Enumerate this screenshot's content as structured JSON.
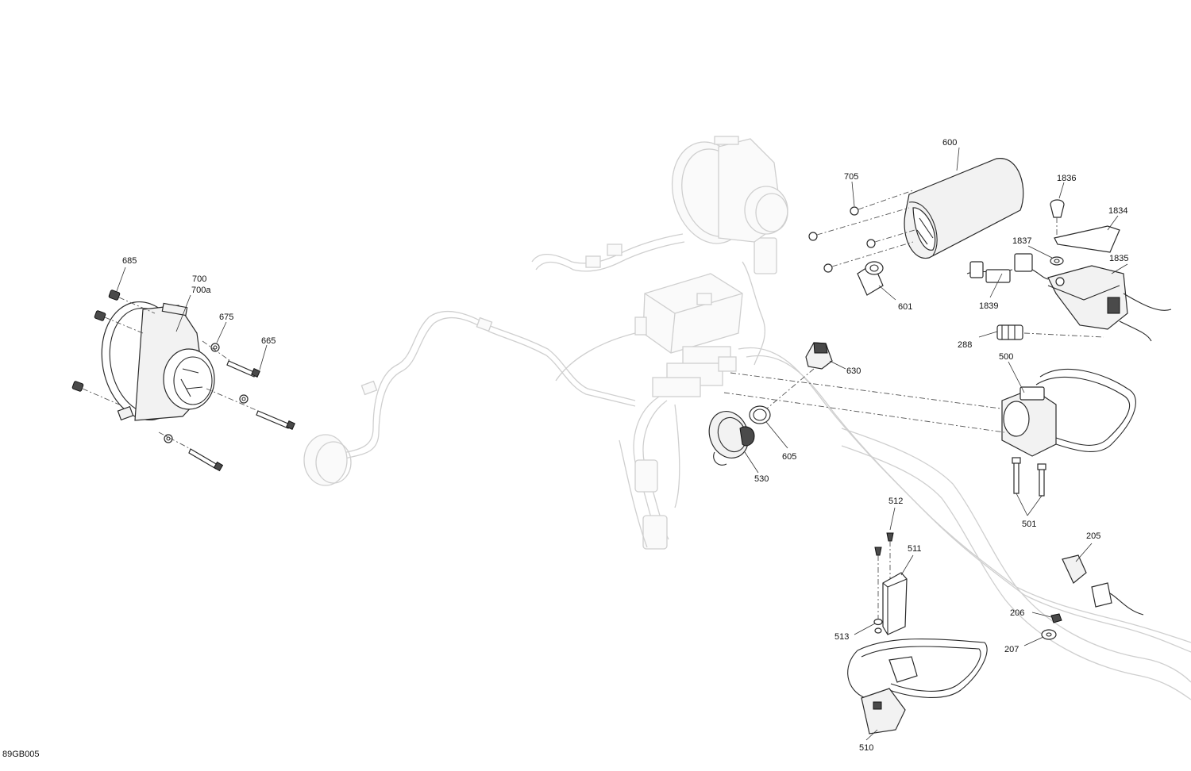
{
  "figure_code": "89GB005",
  "callouts": {
    "c685": "685",
    "c700": "700",
    "c700a": "700a",
    "c675": "675",
    "c665": "665",
    "c600": "600",
    "c705": "705",
    "c601": "601",
    "c1836": "1836",
    "c1834": "1834",
    "c1837": "1837",
    "c1835": "1835",
    "c1839": "1839",
    "c288": "288",
    "c500": "500",
    "c630": "630",
    "c605": "605",
    "c530": "530",
    "c501": "501",
    "c512": "512",
    "c511": "511",
    "c205": "205",
    "c206": "206",
    "c207": "207",
    "c513": "513",
    "c510": "510"
  }
}
